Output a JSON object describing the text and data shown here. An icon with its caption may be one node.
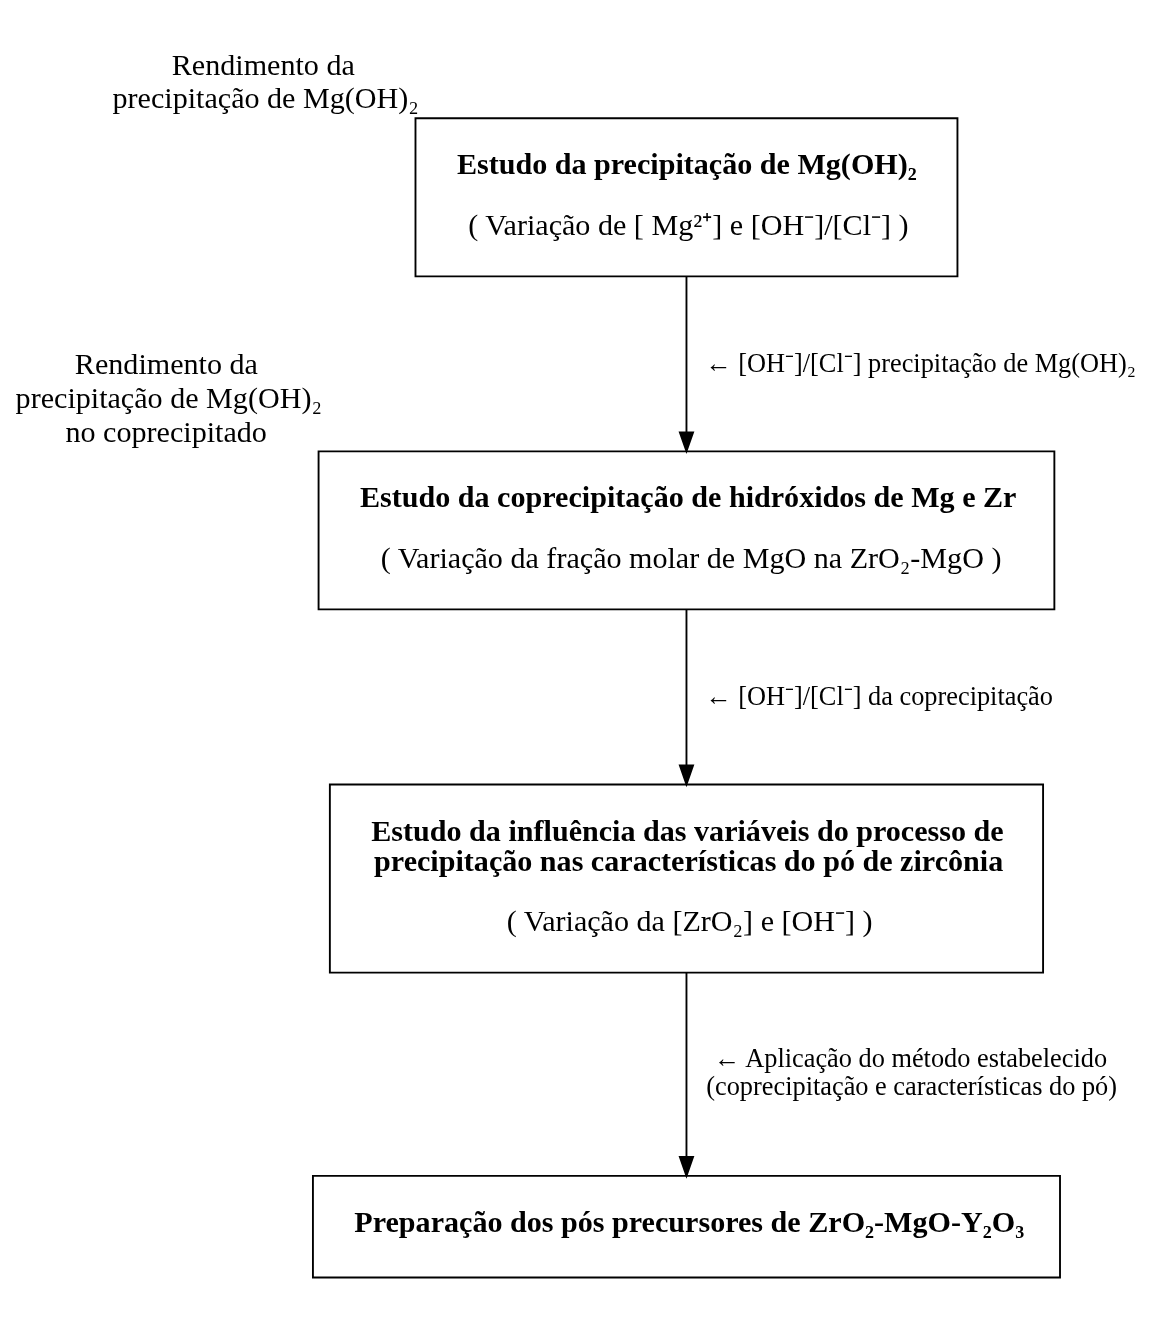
{
  "diagram": {
    "nodes": [
      {
        "text": [
          "Estudo da precipitação de Mg(OH)₂",
          "( Variação de [ Mg²⁺] e [OH⁻]/[Cl⁻] )"
        ],
        "beside": [
          "Rendimento da precipitação de Mg(OH)₂"
        ]
      },
      {
        "text": [
          "Estudo da coprecipitação de hidróxidos de Mg e Zr",
          "( Variação da fração molar de MgO na ZrO₂-MgO )"
        ],
        "beside": [
          "Rendimento da precipitação de Mg(OH)₂ no coprecipitado"
        ]
      },
      {
        "text": [
          "Estudo da influência das variáveis do processo de precipitação nas características do pó de zircônia",
          "( Variação da [ZrO₂] e [OH⁻] )"
        ]
      },
      {
        "text": [
          "Preparação dos pós precursores de ZrO₂-MgO-Y₂O₃"
        ]
      }
    ],
    "edges": [
      {
        "from": 0,
        "to": 1,
        "arrow": "to",
        "label": "← [OH⁻]/[Cl⁻] precipitação de Mg(OH)₂"
      },
      {
        "from": 1,
        "to": 2,
        "arrow": "to",
        "label": "← [OH⁻]/[Cl⁻] da coprecipitação"
      },
      {
        "from": 2,
        "to": 3,
        "arrow": "to",
        "label": "← Aplicação do método estabelecido (coprecipitação e características do pó)"
      }
    ]
  }
}
